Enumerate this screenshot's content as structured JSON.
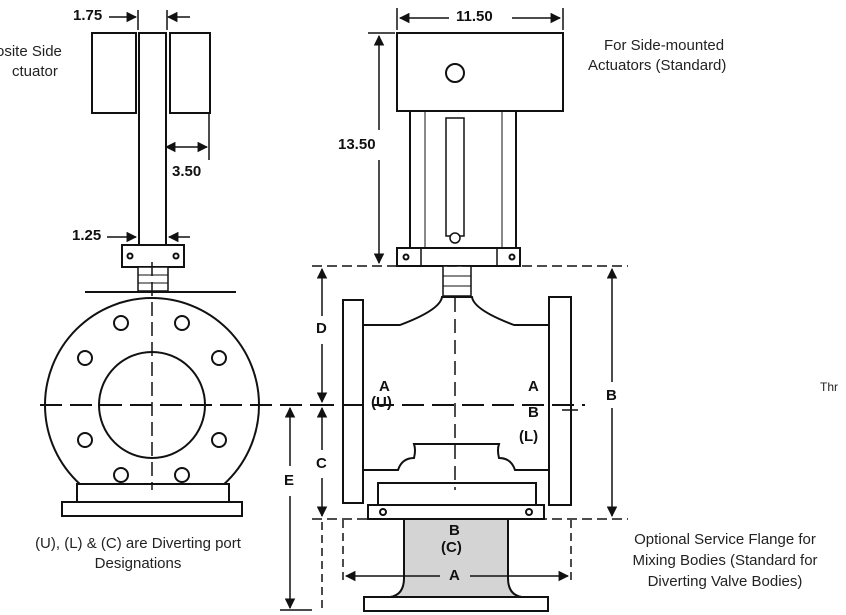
{
  "notes": {
    "side_actuator": [
      "osite Side",
      "ctuator"
    ],
    "side_mounted": [
      "For Side-mounted",
      "Actuators (Standard)"
    ],
    "diverting": [
      "(U), (L) & (C) are Diverting port",
      "Designations"
    ],
    "service_flange": [
      "Optional Service Flange for",
      "Mixing Bodies (Standard for",
      "Diverting Valve Bodies)"
    ],
    "cut_off": "Thr"
  },
  "dimensions": {
    "d175": "1.75",
    "d350": "3.50",
    "d125": "1.25",
    "d1150": "11.50",
    "d1350": "13.50",
    "D": "D",
    "C": "C",
    "E": "E",
    "B": "B",
    "A": "A"
  },
  "ports": {
    "a_upper_left": "A",
    "u": "(U)",
    "a_upper_right": "A",
    "b_right": "B",
    "l": "(L)",
    "b_bottom": "B",
    "c": "(C)"
  },
  "colors": {
    "line": "#111111",
    "fill": "#ffffff",
    "flange_fill": "#d4d4d4",
    "text": "#222222"
  }
}
